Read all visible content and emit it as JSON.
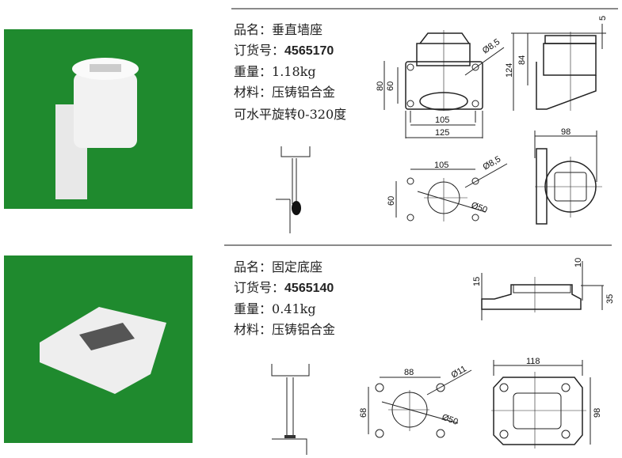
{
  "products": [
    {
      "name_label": "品名：",
      "name": "垂直墙座",
      "order_label": "订货号：",
      "order_no": "4565170",
      "weight_label": "重量：",
      "weight": "1.18kg",
      "material_label": "材料：",
      "material": "压铸铝合金",
      "note": "可水平旋转0-320度",
      "dims": {
        "d1": "5",
        "d2": "Ø8,5",
        "d3": "80",
        "d4": "60",
        "d5": "84",
        "d6": "124",
        "d7": "105",
        "d8": "125",
        "d9": "98",
        "d10": "105",
        "d11": "Ø8,5",
        "d12": "60",
        "d13": "Ø50"
      }
    },
    {
      "name_label": "品名：",
      "name": "固定底座",
      "order_label": "订货号：",
      "order_no": "4565140",
      "weight_label": "重量：",
      "weight": "0.41kg",
      "material_label": "材料：",
      "material": "压铸铝合金",
      "dims": {
        "d1": "15",
        "d2": "10",
        "d3": "35",
        "d4": "88",
        "d5": "Ø11",
        "d6": "118",
        "d7": "68",
        "d8": "Ø50",
        "d9": "98"
      }
    }
  ]
}
